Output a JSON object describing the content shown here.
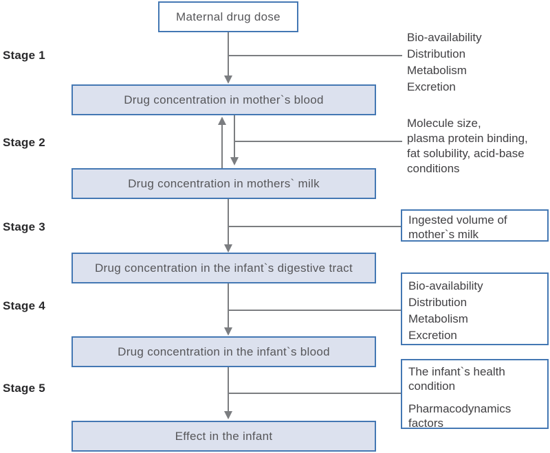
{
  "flow_boxes": [
    {
      "id": "maternal-drug-dose",
      "label": "Maternal drug dose"
    },
    {
      "id": "mother-blood",
      "label": "Drug concentration in mother`s blood"
    },
    {
      "id": "mother-milk",
      "label": "Drug concentration in mothers` milk"
    },
    {
      "id": "infant-digestive-tract",
      "label": "Drug concentration in the infant`s digestive tract"
    },
    {
      "id": "infant-blood",
      "label": "Drug concentration in the infant`s blood"
    },
    {
      "id": "infant-effect",
      "label": "Effect in the infant"
    }
  ],
  "stages": [
    {
      "label": "Stage 1",
      "boxed_factors": false,
      "factor_lines": [
        "Bio-availability",
        "Distribution",
        "Metabolism",
        "Excretion"
      ]
    },
    {
      "label": "Stage 2",
      "boxed_factors": false,
      "factor_lines": [
        "Molecule size,",
        "plasma protein binding,",
        "fat solubility, acid-base",
        "conditions"
      ]
    },
    {
      "label": "Stage 3",
      "boxed_factors": true,
      "factor_lines": [
        "Ingested volume of",
        "mother`s milk"
      ]
    },
    {
      "label": "Stage 4",
      "boxed_factors": true,
      "factor_lines": [
        "Bio-availability",
        "Distribution",
        "Metabolism",
        "Excretion"
      ]
    },
    {
      "label": "Stage 5",
      "boxed_factors": true,
      "factor_paragraphs": [
        [
          "The infant`s health",
          "condition"
        ],
        [
          "Pharmacodynamics",
          "factors"
        ]
      ]
    }
  ],
  "colors": {
    "box_border": "#4377b3",
    "box_fill": "#dce1ee",
    "connector_gray": "#7b7d80",
    "stage_label_text": "#29292b",
    "box_text": "#565659",
    "annotation_text": "#414043",
    "background": "#ffffff"
  }
}
